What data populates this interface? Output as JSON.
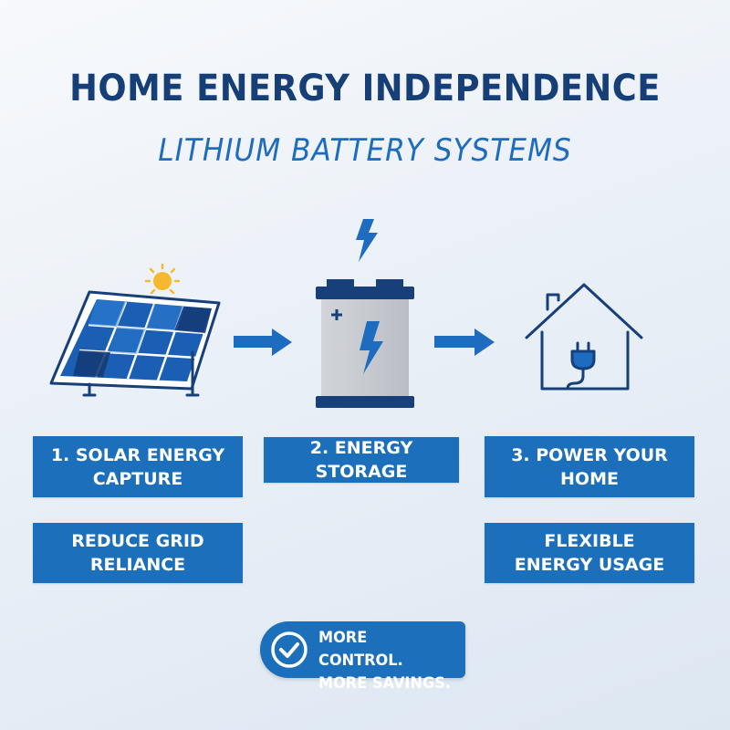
{
  "header": {
    "title": "HOME ENERGY INDEPENDENCE",
    "subtitle": "LITHIUM BATTERY SYSTEMS"
  },
  "steps": [
    {
      "label": "1. SOLAR ENERGY\nCAPTURE",
      "icon": "solar-panel-icon"
    },
    {
      "label": "2. ENERGY STORAGE",
      "icon": "battery-icon"
    },
    {
      "label": "3. POWER YOUR\nHOME",
      "icon": "house-plug-icon"
    }
  ],
  "benefits": [
    {
      "label": "REDUCE GRID\nRELIANCE"
    },
    {
      "label": "FLEXIBLE\nENERGY USAGE"
    }
  ],
  "badge": {
    "line1": "MORE CONTROL.",
    "line2": "MORE SAVINGS.",
    "icon": "check-circle-icon"
  },
  "colors": {
    "title": "#163f77",
    "accent": "#1e6cc0",
    "box": "#1c6fba",
    "sun": "#f5b82e"
  }
}
